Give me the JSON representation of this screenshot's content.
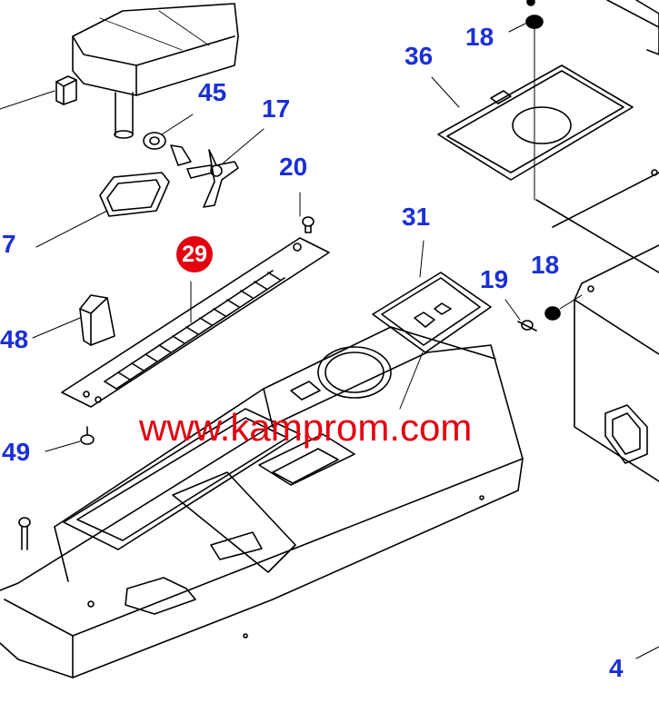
{
  "diagram": {
    "callouts": {
      "c18_top": "18",
      "c36": "36",
      "c45": "45",
      "c17": "17",
      "c20": "20",
      "c7": "7",
      "c31": "31",
      "c18_right": "18",
      "c19": "19",
      "c48": "48",
      "c49": "49",
      "c4": "4"
    },
    "highlighted_part": "29",
    "watermark": "www.kamprom.com"
  },
  "colors": {
    "callout_text": "#1b2fd6",
    "highlight_fill": "#e3000f",
    "watermark": "#e3000f",
    "line_art": "#000000"
  }
}
